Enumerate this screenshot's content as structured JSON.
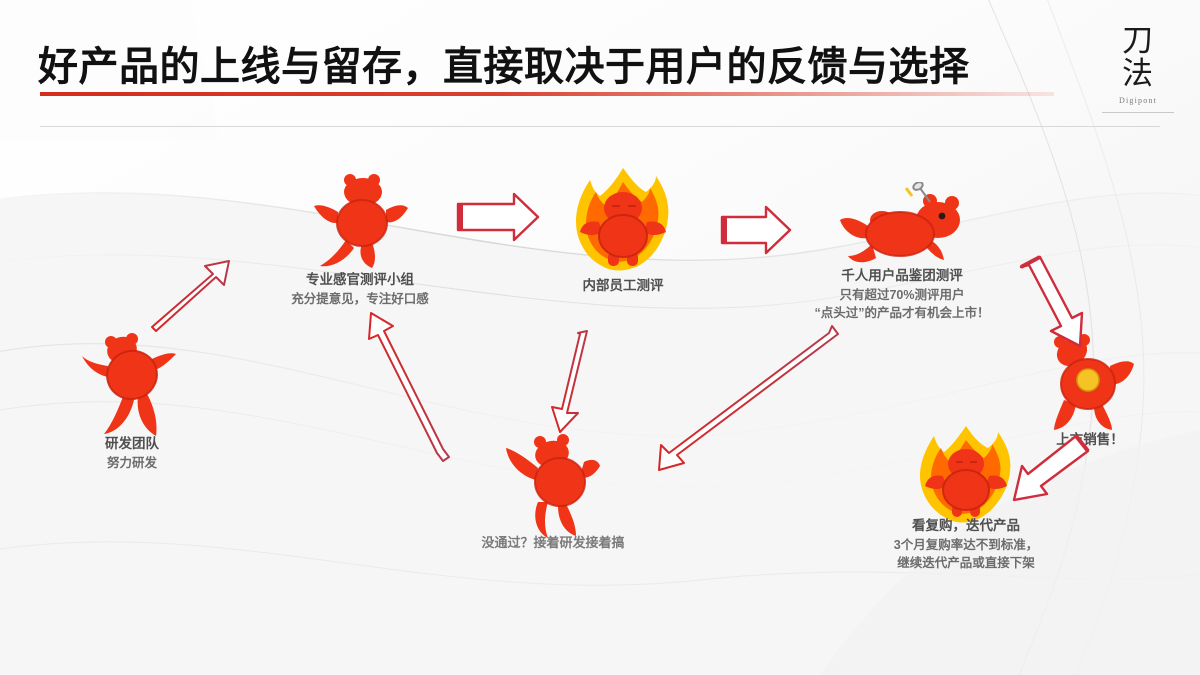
{
  "slide": {
    "title": "好产品的上线与留存，直接取决于用户的反馈与选择",
    "accent_color": "#d32d1e",
    "title_color": "#111111",
    "background_color": "#fdfdfd"
  },
  "logo": {
    "cn_line1": "刀",
    "cn_line2": "法",
    "en": "Digipont"
  },
  "nodes": [
    {
      "id": "rd-team",
      "icon": "mascot-running-icon",
      "title": "研发团队",
      "sub": "努力研发"
    },
    {
      "id": "sensory-panel",
      "icon": "mascot-crawling-icon",
      "title": "专业感官测评小组",
      "sub": "充分提意见，专注好口感"
    },
    {
      "id": "internal-review",
      "icon": "mascot-flaming-icon",
      "title": "内部员工测评",
      "sub": ""
    },
    {
      "id": "user-panel",
      "icon": "mascot-reclining-icon",
      "title": "千人用户品鉴团测评",
      "sub": "只有超过70%测评用户",
      "sub2": "“点头过”的产品才有机会上市！"
    },
    {
      "id": "launch",
      "icon": "mascot-coin-icon",
      "title": "上市销售！",
      "sub": ""
    },
    {
      "id": "repurchase",
      "icon": "mascot-flaming-icon",
      "title": "看复购，迭代产品",
      "sub": "3个月复购率达不到标准，",
      "sub2": "继续迭代产品或直接下架"
    },
    {
      "id": "retry",
      "icon": "mascot-climbing-icon",
      "title": "没通过？接着研发接着搞",
      "sub": ""
    }
  ],
  "arrows": {
    "count": 7,
    "color": "#cf2c2c",
    "style": "outline-block-arrow"
  },
  "colors": {
    "mascot_red": "#f03417",
    "mascot_red_dark": "#c9230f",
    "flame_outer": "#ffc400",
    "flame_inner": "#ff6a00",
    "coin_gold": "#f6c324"
  }
}
